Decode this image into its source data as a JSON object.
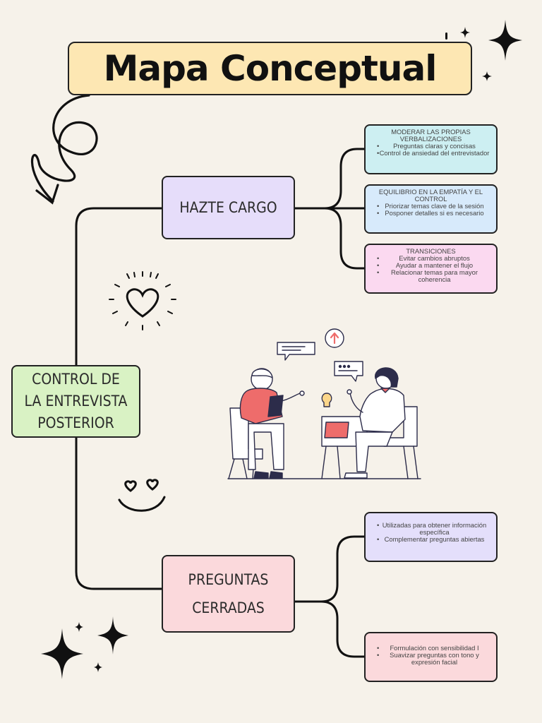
{
  "title": "Mapa Conceptual",
  "colors": {
    "background": "#f6f2ea",
    "title": "#fde7b3",
    "central": "#d9f2c4",
    "hazte": "#e6ddfa",
    "preguntas": "#fbd9dc",
    "leaf_cyan": "#cdeff2",
    "leaf_blue": "#d7eafb",
    "leaf_pink": "#fbd9f0",
    "leaf_lavender": "#e4dffb",
    "leaf_rose": "#fbd9dc"
  },
  "central": {
    "label": "CONTROL DE\nLA ENTREVISTA\nPOSTERIOR"
  },
  "branches": [
    {
      "label": "HAZTE CARGO",
      "children": [
        {
          "title": "MODERAR LAS PROPIAS VERBALIZACIONES",
          "items": [
            "Preguntas claras y concisas",
            "Control de ansiedad del entrevistador"
          ]
        },
        {
          "title": "EQUILIBRIO EN LA EMPATÍA Y EL CONTROL",
          "items": [
            "Priorizar temas clave de la sesión",
            "Posponer detalles si es necesario"
          ]
        },
        {
          "title": "TRANSICIONES",
          "items": [
            "Evitar cambios abruptos",
            "Ayudar a mantener el flujo",
            "Relacionar temas para mayor coherencia"
          ]
        }
      ]
    },
    {
      "label": "PREGUNTAS\nCERRADAS",
      "children": [
        {
          "items": [
            "Utilizadas para obtener información específica",
            "Complementar preguntas abiertas"
          ]
        },
        {
          "items": [
            "Formulación con sensibilidad I",
            "Suavizar preguntas con tono y expresión facial"
          ]
        }
      ]
    }
  ],
  "decorations": {
    "icons": [
      "sparkle-icon",
      "curly-arrow-icon",
      "heart-icon",
      "smiley-icon",
      "interview-illustration"
    ]
  }
}
